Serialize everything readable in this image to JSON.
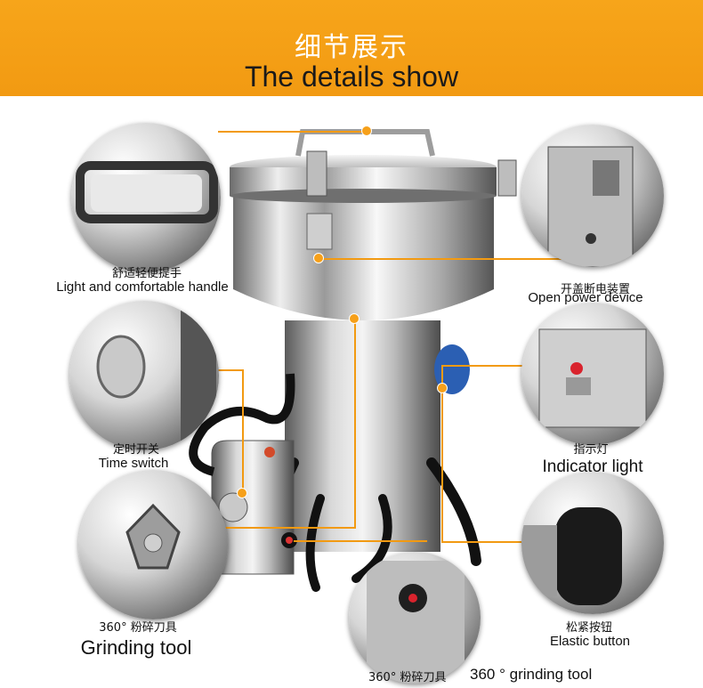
{
  "banner": {
    "title_cn": "细节展示",
    "title_en": "The details show"
  },
  "colors": {
    "banner_orange": "#f29a12",
    "callout_line": "#f29a12",
    "text": "#111111"
  },
  "features": {
    "handle": {
      "label_cn": "舒适轻便提手",
      "label_en": "Light and comfortable handle"
    },
    "power": {
      "label_cn": "开盖断电装置",
      "label_en": "Open power device"
    },
    "timer": {
      "label_cn": "定时开关",
      "label_en": "Time switch"
    },
    "indicator": {
      "label_cn": "指示灯",
      "label_en": "Indicator light"
    },
    "grinding": {
      "label_cn": "360° 粉碎刀具",
      "label_en": "Grinding tool"
    },
    "elastic": {
      "label_cn": "松紧按钮",
      "label_en": "Elastic button"
    },
    "bottom": {
      "label_cn": "360° 粉碎刀具",
      "label_en": "360 ° grinding tool"
    }
  }
}
